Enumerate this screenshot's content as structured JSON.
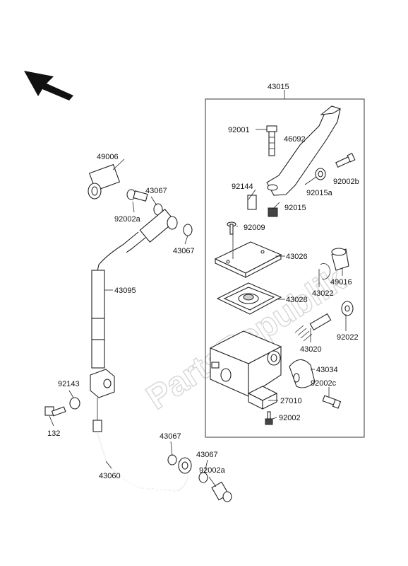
{
  "watermark": "PartsRepublik",
  "labels": {
    "p43015": "43015",
    "p92001": "92001",
    "p46092": "46092",
    "p92002b": "92002b",
    "p92144": "92144",
    "p92015a": "92015a",
    "p92015": "92015",
    "p92009": "92009",
    "p43026": "43026",
    "p43028": "43028",
    "p43022": "43022",
    "p49016": "49016",
    "p92022": "92022",
    "p43020": "43020",
    "p43034": "43034",
    "p92002c": "92002c",
    "p27010": "27010",
    "p92002": "92002",
    "p49006": "49006",
    "p43067a": "43067",
    "p92002a": "92002a",
    "p43067b": "43067",
    "p43095": "43095",
    "p92143": "92143",
    "p132": "132",
    "p43067c": "43067",
    "p43067d": "43067",
    "p43060": "43060",
    "p92002a2": "92002a"
  },
  "icons": {
    "direction": "front-arrow-icon"
  }
}
